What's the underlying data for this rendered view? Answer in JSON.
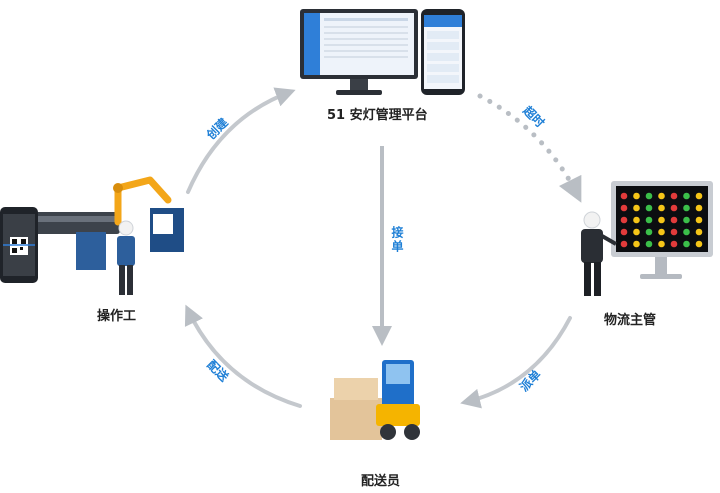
{
  "nodes": {
    "platform": "51 安灯管理平台",
    "manager": "物流主管",
    "courier": "配送员",
    "operator": "操作工"
  },
  "edges": {
    "create": "创建",
    "timeout": "超时",
    "accept": "接单",
    "dispatch": "派单",
    "deliver": "配送"
  },
  "colors": {
    "arrow_gray": "#b9bec4",
    "label_blue": "#1e7fd6",
    "accent_blue": "#2f7fd8"
  }
}
